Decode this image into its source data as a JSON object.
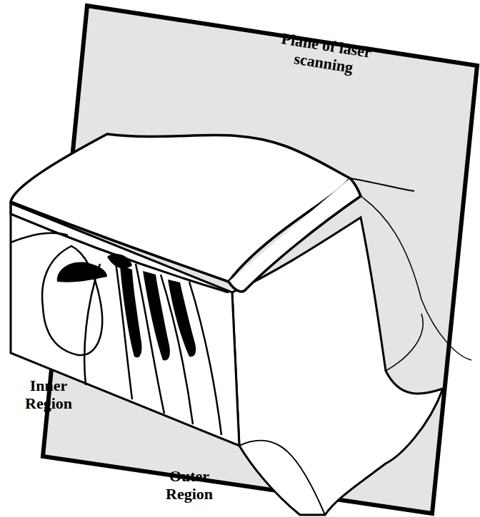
{
  "diagram": {
    "nodes": [
      {
        "text": [
          "Plane of laser scanning"
        ]
      }
    ],
    "labels": [
      "Inner Region",
      "Outer Region"
    ]
  }
}
